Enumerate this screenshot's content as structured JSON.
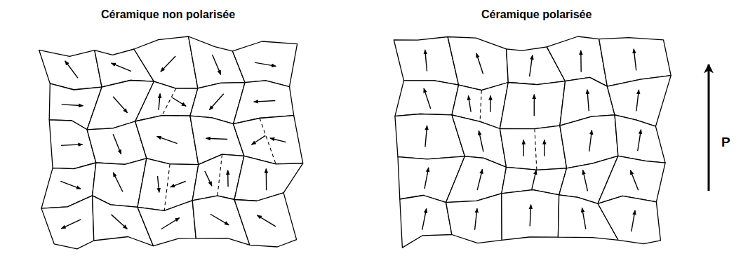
{
  "diagram": {
    "labels": [
      "Céramique non polarisée",
      "Céramique polarisée",
      "P"
    ]
  }
}
